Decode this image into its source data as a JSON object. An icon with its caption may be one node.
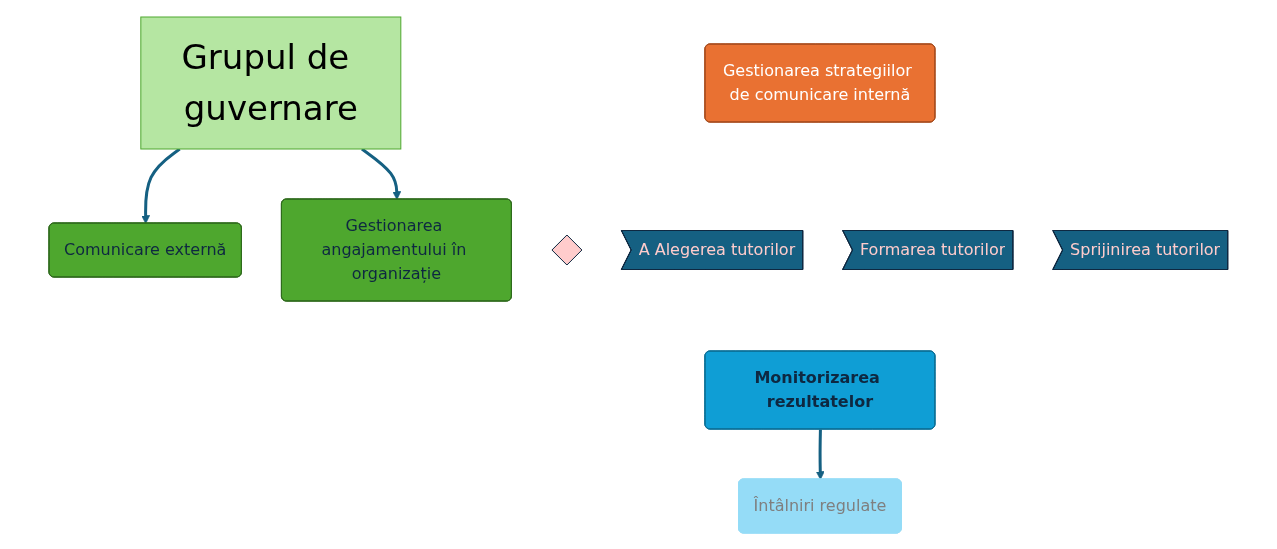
{
  "diagram": {
    "nodes": [
      {
        "text": [
          "Comunicare externă"
        ]
      },
      {
        "text": [
          "Grupul de guvernare"
        ]
      },
      {
        "text": [
          "Gestionarea angajamentului în organizație"
        ]
      },
      {
        "text": [
          "Gestionarea strategiilor de comunicare internă"
        ]
      },
      {
        "text": [],
        "shape": "diamond"
      },
      {
        "text": [
          "A Alegerea tutorilor"
        ]
      },
      {
        "text": [
          "Formarea tutorilor"
        ]
      },
      {
        "text": [
          "Sprijinirea tutorilor"
        ]
      },
      {
        "text": [
          "Monitorizarea rezultatelor"
        ]
      },
      {
        "text": [
          "Întâlniri regulate"
        ]
      }
    ],
    "edges": [
      {
        "from": 1,
        "to": 0,
        "arrow": "to"
      },
      {
        "from": 1,
        "to": 2,
        "arrow": "to"
      },
      {
        "from": 8,
        "to": 9,
        "arrow": "to"
      }
    ]
  }
}
